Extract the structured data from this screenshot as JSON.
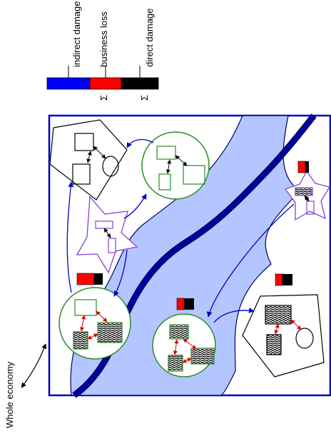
{
  "legend": {
    "entries": [
      {
        "label": "indirect damage",
        "color": "#0000ff"
      },
      {
        "label": "business loss",
        "color": "#ff0000"
      },
      {
        "label": "direct damage",
        "color": "#000000"
      }
    ],
    "sum_symbol": "Σ"
  },
  "caption": {
    "text": "Whole economy"
  },
  "colors": {
    "frame": "#0000cc",
    "river": "#b3c6ff",
    "river_core": "#000080",
    "river_edge": "#000066",
    "firm_green": "#2a8a2a",
    "star_purple": "#8844cc",
    "arrow_blue": "#0000cc",
    "arrow_red": "#dd0000"
  },
  "diagram": {
    "regions": [
      {
        "name": "pentagon-top-left",
        "kind": "economic-region"
      },
      {
        "name": "circle-top-mid",
        "kind": "firm-group"
      },
      {
        "name": "star-left",
        "kind": "service-node"
      },
      {
        "name": "star-right",
        "kind": "service-node"
      },
      {
        "name": "circle-bottom-left",
        "kind": "firm-group"
      },
      {
        "name": "circle-bottom-mid",
        "kind": "firm-group"
      },
      {
        "name": "pentagon-bottom-right",
        "kind": "economic-region"
      }
    ]
  }
}
